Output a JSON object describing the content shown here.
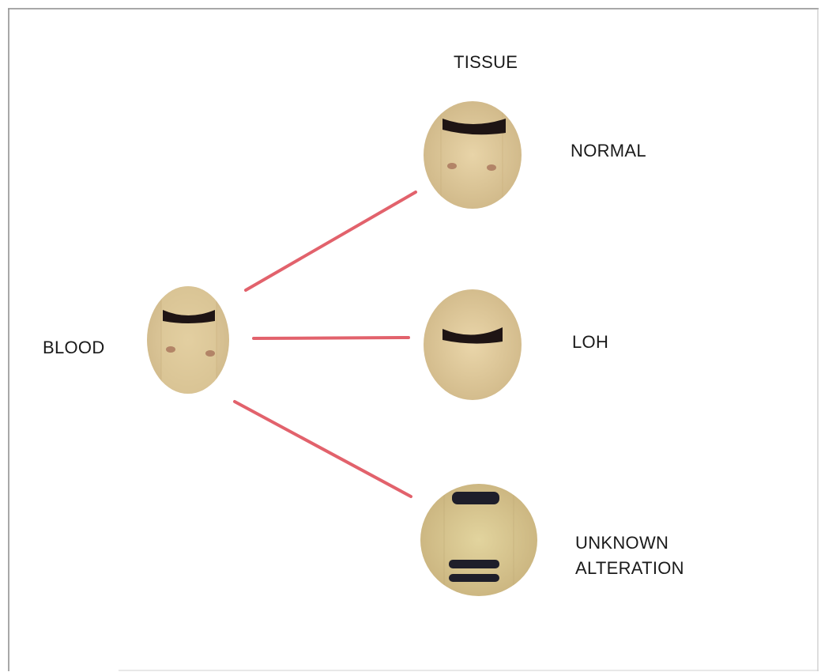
{
  "labels": {
    "tissue": "TISSUE",
    "blood": "BLOOD",
    "normal": "NORMAL",
    "loh": "LOH",
    "unknown_line1": "UNKNOWN",
    "unknown_line2": "ALTERATION"
  },
  "colors": {
    "connector": "#e2626c",
    "gel_background": "#dcc697",
    "band": "#1e1414"
  }
}
